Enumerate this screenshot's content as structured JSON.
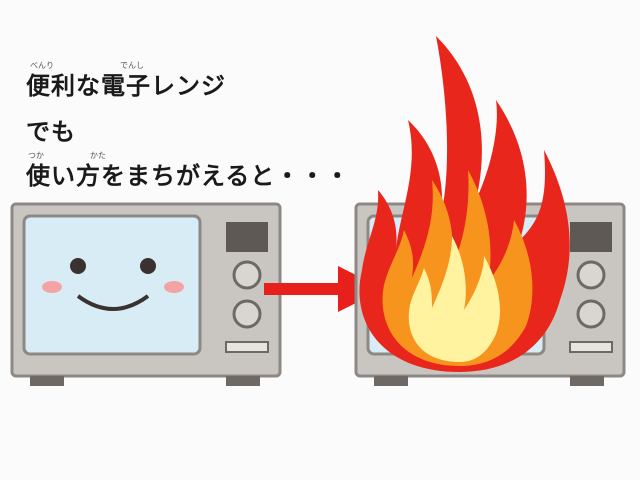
{
  "caption": {
    "line1": "便利な電子レンジ",
    "line2": "でも",
    "line3": "使い方をまちがえると・・・",
    "ruby_benri": "べんり",
    "ruby_denshi": "でんし",
    "ruby_tsuka": "つか",
    "ruby_kata": "かた"
  },
  "colors": {
    "arrow": "#e8201c",
    "microwave_body": "#c9c6c2",
    "screen": "#d8ecf6",
    "flame_outer": "#e8261c",
    "flame_mid": "#f7941d",
    "flame_inner": "#fff3a0"
  }
}
